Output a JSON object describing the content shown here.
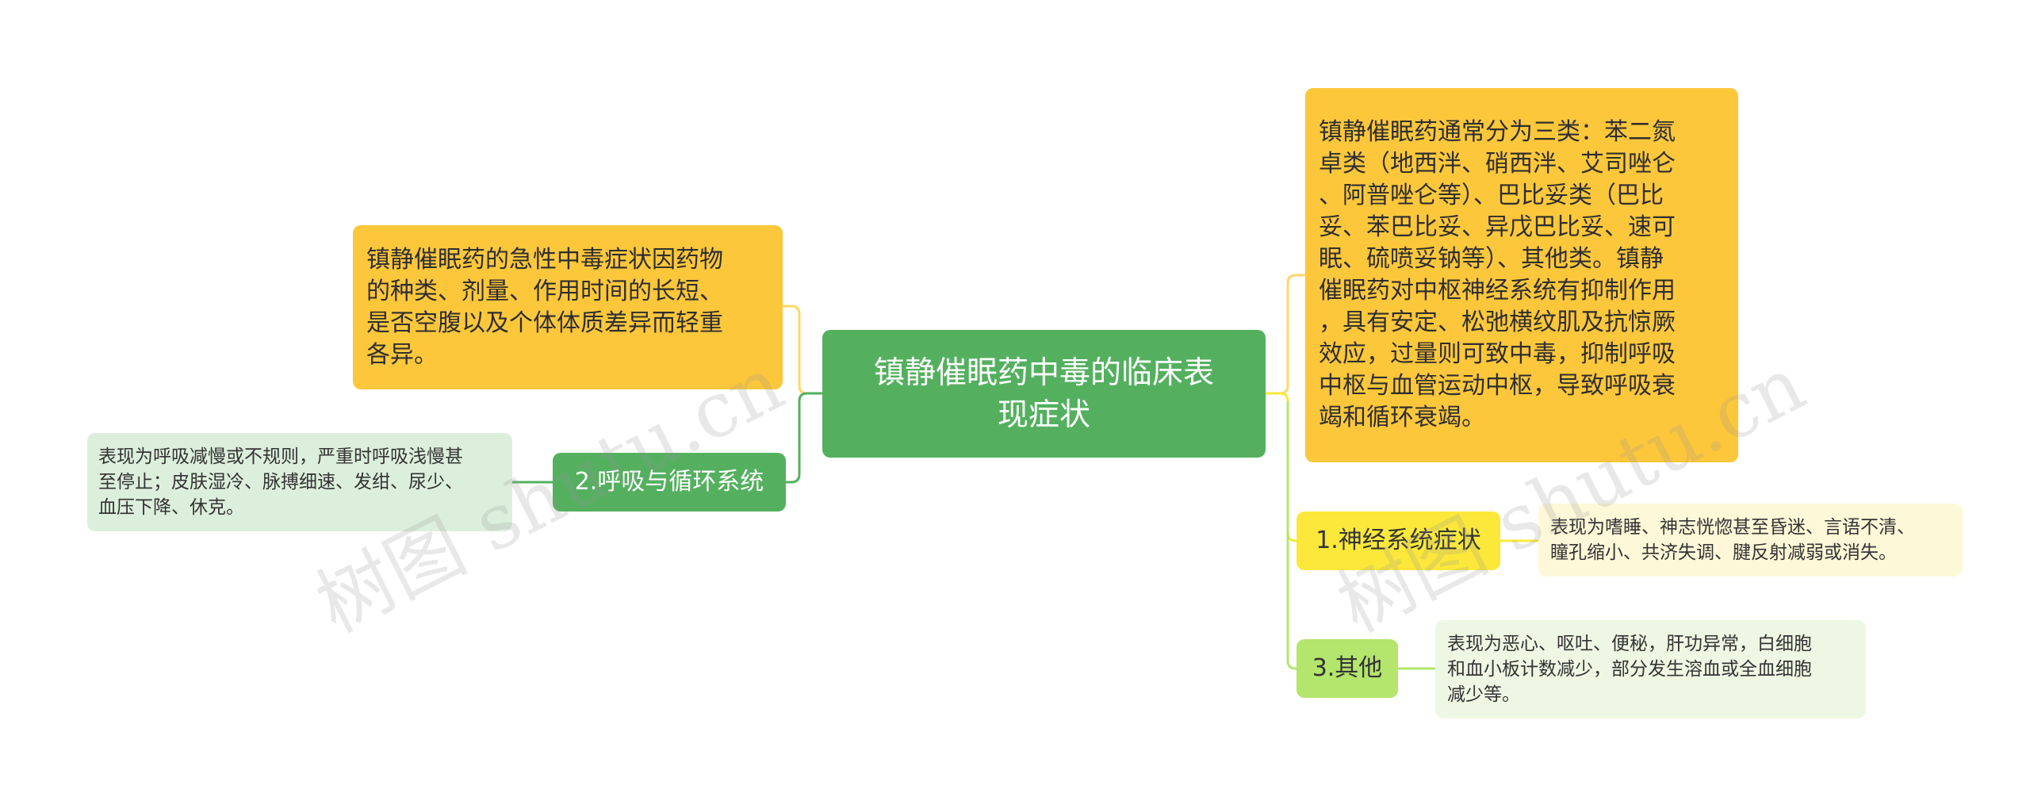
{
  "mindmap": {
    "root": {
      "label": "镇静催眠药中毒的临床表\n现症状",
      "color": "#54b05f"
    },
    "left_desc": {
      "text": "镇静催眠药的急性中毒症状因药物\n的种类、剂量、作用时间的长短、\n是否空腹以及个体体质差异而轻重\n各异。",
      "color": "#fdc73c"
    },
    "right_desc": {
      "text": "镇静催眠药通常分为三类：苯二氮\n卓类（地西泮、硝西泮、艾司唑仑\n、阿普唑仑等）、巴比妥类（巴比\n妥、苯巴比妥、异戊巴比妥、速可\n眠、硫喷妥钠等）、其他类。镇静\n催眠药对中枢神经系统有抑制作用\n，具有安定、松弛横纹肌及抗惊厥\n效应，过量则可致中毒，抑制呼吸\n中枢与血管运动中枢，导致呼吸衰\n竭和循环衰竭。",
      "color": "#fdc73c"
    },
    "branches": [
      {
        "id": "respiratory",
        "label": "2.呼吸与循环系统",
        "color": "#54b05f",
        "detail": "表现为呼吸减慢或不规则，严重时呼吸浅慢甚\n至停止；皮肤湿冷、脉搏细速、发绀、尿少、\n血压下降、休克。",
        "detail_color": "#dcefdc"
      },
      {
        "id": "neuro",
        "label": "1.神经系统症状",
        "color": "#fbe83a",
        "detail": "表现为嗜睡、神志恍惚甚至昏迷、言语不清、\n瞳孔缩小、共济失调、腱反射减弱或消失。",
        "detail_color": "#fdf8d8"
      },
      {
        "id": "other",
        "label": "3.其他",
        "color": "#b4e56c",
        "detail": "表现为恶心、呕吐、便秘，肝功异常，白细胞\n和血小板计数减少，部分发生溶血或全血细胞\n减少等。",
        "detail_color": "#eef7e3"
      }
    ],
    "connector_colors": {
      "left_yellow": "#fdd767",
      "left_green": "#54b05f",
      "right_main": "#fdd767",
      "right_neuro": "#fbe83a",
      "right_other": "#b4e56c"
    }
  },
  "watermark": {
    "text_left": "树图 shutu.cn",
    "text_right": "树图 shutu.cn"
  }
}
